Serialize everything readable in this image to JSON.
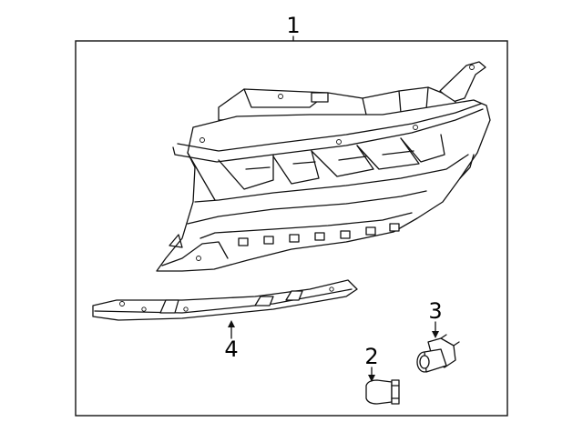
{
  "callouts": {
    "c1": "1",
    "c2": "2",
    "c3": "3",
    "c4": "4"
  },
  "parts": [
    {
      "callout": "1",
      "item": "headlamp-assembly"
    },
    {
      "callout": "2",
      "item": "bulb"
    },
    {
      "callout": "3",
      "item": "socket-with-bulb"
    },
    {
      "callout": "4",
      "item": "trim-strip"
    }
  ],
  "colors": {
    "line": "#111111",
    "background": "#ffffff"
  }
}
